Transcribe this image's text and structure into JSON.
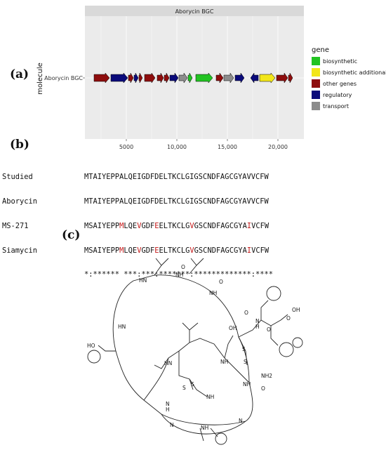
{
  "panel_labels": {
    "a": "(a)",
    "b": "(b)",
    "c": "(c)"
  },
  "panel_a": {
    "facet_title": "Aborycin BGC",
    "y_label": "molecule",
    "molecule": "Aborycin BGC",
    "x_ticks": [
      "5000",
      "10,000",
      "15,000",
      "20,000"
    ],
    "legend": {
      "title": "gene",
      "items": [
        {
          "label": "biosynthetic",
          "color": "#22c322"
        },
        {
          "label": "biosynthetic additional",
          "color": "#f2e61a"
        },
        {
          "label": "other genes",
          "color": "#8e0d0d"
        },
        {
          "label": "regulatory",
          "color": "#0a0a7a"
        },
        {
          "label": "transport",
          "color": "#8c8c8c"
        }
      ]
    },
    "colors": {
      "biosynthetic": "#22c322",
      "biosynthetic_additional": "#f2e61a",
      "other": "#8e0d0d",
      "regulatory": "#0a0a7a",
      "transport": "#8c8c8c",
      "panel_bg": "#ebebeb",
      "strip_bg": "#d9d9d9"
    }
  },
  "panel_b": {
    "rows": [
      {
        "name": "Studied",
        "sequence": "MTAIYEPPALQEIGDFDELTKCLGIGSCNDFAGCGYAVVCFW"
      },
      {
        "name": "Aborycin",
        "sequence": "MTAIYEPPALQEIGDFDELTKCLGIGSCNDFAGCGYAVVCFW"
      },
      {
        "name": "MS-271",
        "sequence": "MSAIYEPPMLQEVGDFEELTKCLGVGSCNDFAGCGYAIVCFW"
      },
      {
        "name": "Siamycin",
        "sequence": "MSAIYEPPMLQEVGDFEELTKCLGVGSCNDFAGCGYAIVCFW"
      }
    ],
    "consensus": "*:****** ***:***:*******:*************:****"
  },
  "panel_c": {
    "atom_labels": [
      "HN",
      "NH",
      "NH",
      "HN",
      "O",
      "O",
      "O",
      "O",
      "HO",
      "N",
      "H",
      "OH",
      "O",
      "NH2",
      "S",
      "S",
      "S",
      "S",
      "HN",
      "NH",
      "OH",
      "NH",
      "O",
      "N",
      "NH",
      "H",
      "NH",
      "N",
      "N"
    ]
  }
}
